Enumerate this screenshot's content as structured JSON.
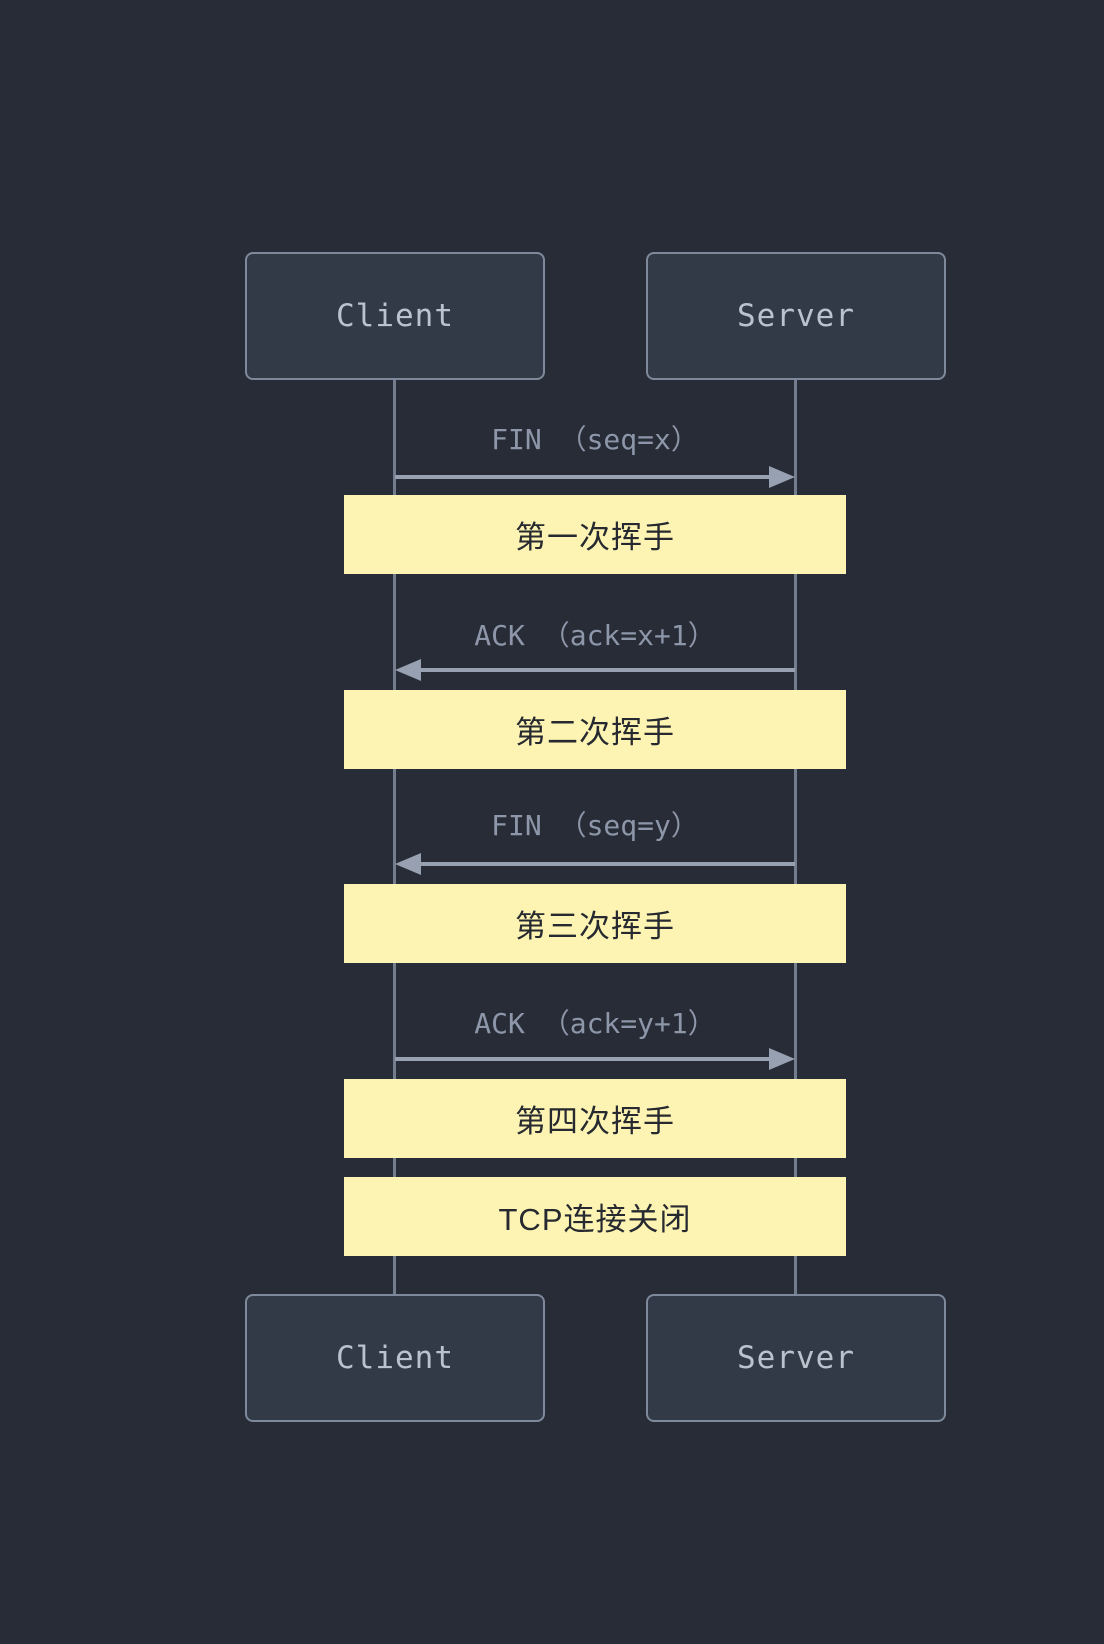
{
  "diagram": {
    "type": "sequence-diagram",
    "actors": {
      "client": "Client",
      "server": "Server"
    },
    "messages": [
      {
        "label": "FIN （seq=x）",
        "direction": "right",
        "from": "Client",
        "to": "Server",
        "note": "第一次挥手"
      },
      {
        "label": "ACK （ack=x+1）",
        "direction": "left",
        "from": "Server",
        "to": "Client",
        "note": "第二次挥手"
      },
      {
        "label": "FIN （seq=y）",
        "direction": "left",
        "from": "Server",
        "to": "Client",
        "note": "第三次挥手"
      },
      {
        "label": "ACK （ack=y+1）",
        "direction": "right",
        "from": "Client",
        "to": "Server",
        "note": "第四次挥手"
      }
    ],
    "closing_note": "TCP连接关闭",
    "colors": {
      "background": "#272c36",
      "actor_fill": "#333a47",
      "actor_border": "#7e899b",
      "actor_text": "#bac2ce",
      "lifeline": "#737d8e",
      "message_text": "#8d97a9",
      "arrow": "#98a1b1",
      "note_fill": "#fdf3b2",
      "note_text": "#26292f"
    }
  }
}
